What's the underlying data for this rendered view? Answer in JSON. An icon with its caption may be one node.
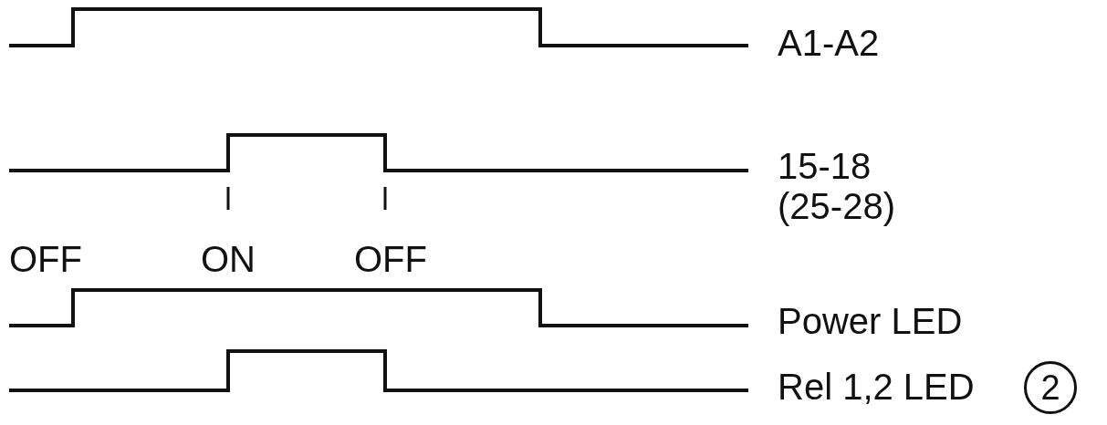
{
  "diagram": {
    "nodes": [
      {
        "text": [
          "2"
        ]
      }
    ],
    "labels": [
      "A1-A2",
      "15-18 (25-28)",
      "OFF",
      "ON",
      "OFF",
      "Power LED",
      "Rel 1,2 LED"
    ]
  }
}
